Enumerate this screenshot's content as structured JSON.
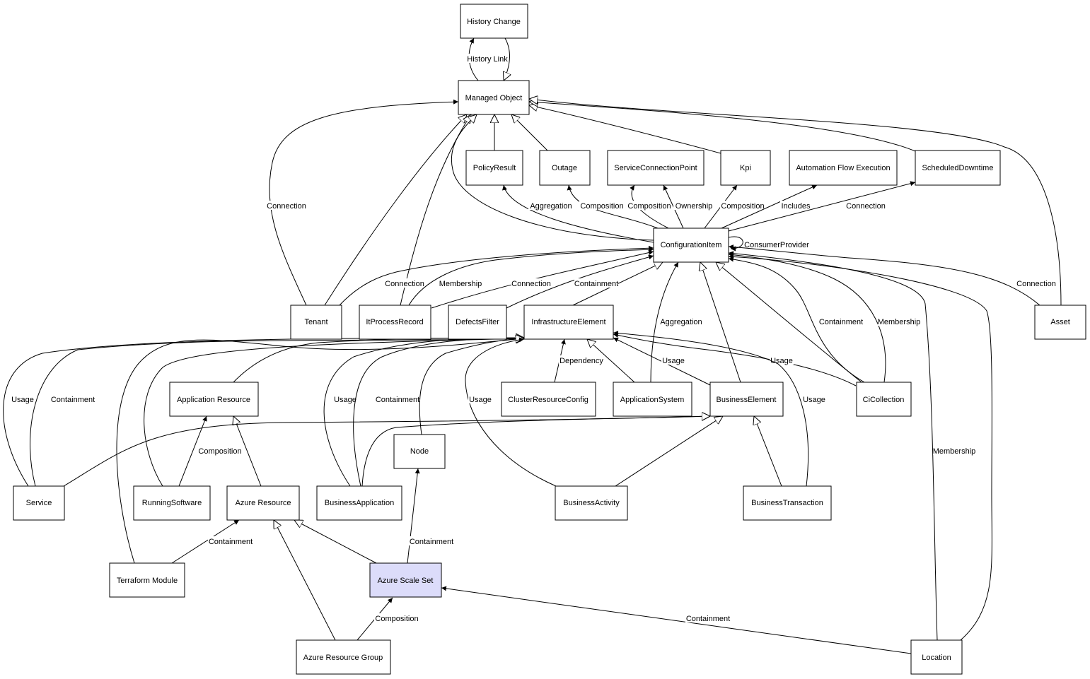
{
  "diagram": {
    "highlight_color": "#dcdcfa",
    "nodes": [
      {
        "id": "history_change",
        "label": "History Change"
      },
      {
        "id": "managed_object",
        "label": "Managed Object"
      },
      {
        "id": "policy_result",
        "label": "PolicyResult"
      },
      {
        "id": "outage",
        "label": "Outage"
      },
      {
        "id": "service_connection_point",
        "label": "ServiceConnectionPoint"
      },
      {
        "id": "kpi",
        "label": "Kpi"
      },
      {
        "id": "automation_flow_execution",
        "label": "Automation Flow Execution"
      },
      {
        "id": "scheduled_downtime",
        "label": "ScheduledDowntime"
      },
      {
        "id": "configuration_item",
        "label": "ConfigurationItem"
      },
      {
        "id": "tenant",
        "label": "Tenant"
      },
      {
        "id": "it_process_record",
        "label": "ItProcessRecord"
      },
      {
        "id": "defects_filter",
        "label": "DefectsFilter"
      },
      {
        "id": "infrastructure_element",
        "label": "InfrastructureElement"
      },
      {
        "id": "asset",
        "label": "Asset"
      },
      {
        "id": "application_resource",
        "label": "Application Resource"
      },
      {
        "id": "cluster_resource_config",
        "label": "ClusterResourceConfig"
      },
      {
        "id": "application_system",
        "label": "ApplicationSystem"
      },
      {
        "id": "business_element",
        "label": "BusinessElement"
      },
      {
        "id": "ci_collection",
        "label": "CiCollection"
      },
      {
        "id": "node",
        "label": "Node"
      },
      {
        "id": "service",
        "label": "Service"
      },
      {
        "id": "running_software",
        "label": "RunningSoftware"
      },
      {
        "id": "azure_resource",
        "label": "Azure Resource"
      },
      {
        "id": "business_application",
        "label": "BusinessApplication"
      },
      {
        "id": "business_activity",
        "label": "BusinessActivity"
      },
      {
        "id": "business_transaction",
        "label": "BusinessTransaction"
      },
      {
        "id": "terraform_module",
        "label": "Terraform Module"
      },
      {
        "id": "azure_scale_set",
        "label": "Azure Scale Set",
        "highlight": true
      },
      {
        "id": "azure_resource_group",
        "label": "Azure Resource Group"
      },
      {
        "id": "location",
        "label": "Location"
      }
    ],
    "edges": [
      {
        "id": "e_history_link",
        "label": "History Link"
      },
      {
        "id": "e_mo_history_inherit",
        "label": ""
      },
      {
        "id": "e_tenant_connection_mo",
        "label": "Connection"
      },
      {
        "id": "e_tenant_inherit_mo",
        "label": ""
      },
      {
        "id": "e_itpr_inherit_mo",
        "label": ""
      },
      {
        "id": "e_ci_inherit_mo",
        "label": ""
      },
      {
        "id": "e_policy_inherit_mo",
        "label": ""
      },
      {
        "id": "e_outage_inherit_mo",
        "label": ""
      },
      {
        "id": "e_kpi_inherit_mo",
        "label": ""
      },
      {
        "id": "e_sched_inherit_mo",
        "label": ""
      },
      {
        "id": "e_asset_inherit_mo",
        "label": ""
      },
      {
        "id": "e_ci_aggregation_policy",
        "label": "Aggregation"
      },
      {
        "id": "e_ci_composition_outage",
        "label": "Composition"
      },
      {
        "id": "e_ci_composition_scp",
        "label": "Composition"
      },
      {
        "id": "e_ci_ownership_scp",
        "label": "Ownership"
      },
      {
        "id": "e_ci_composition_kpi",
        "label": "Composition"
      },
      {
        "id": "e_ci_includes_afe",
        "label": "Includes"
      },
      {
        "id": "e_ci_connection_sched",
        "label": "Connection"
      },
      {
        "id": "e_ci_consumer_provider",
        "label": "ConsumerProvider"
      },
      {
        "id": "e_tenant_connection_ci",
        "label": "Connection"
      },
      {
        "id": "e_itpr_membership_ci",
        "label": "Membership"
      },
      {
        "id": "e_defects_connection_ci",
        "label": "Connection"
      },
      {
        "id": "e_infra_inherit_ci",
        "label": "Containment"
      },
      {
        "id": "e_appsys_aggregation_ci",
        "label": "Aggregation"
      },
      {
        "id": "e_bizel_inherit_ci",
        "label": ""
      },
      {
        "id": "e_cicol_inherit_ci",
        "label": ""
      },
      {
        "id": "e_cicol_containment_ci",
        "label": "Containment"
      },
      {
        "id": "e_cicol_membership_ci",
        "label": "Membership"
      },
      {
        "id": "e_asset_connection_ci",
        "label": "Connection"
      },
      {
        "id": "e_location_membership_ci",
        "label": "Membership"
      },
      {
        "id": "e_location_to_ci",
        "label": ""
      },
      {
        "id": "e_service_usage_infra",
        "label": "Usage"
      },
      {
        "id": "e_service_containment_infra",
        "label": "Containment"
      },
      {
        "id": "e_appres_inherit_infra",
        "label": ""
      },
      {
        "id": "e_running_inherit_infra",
        "label": ""
      },
      {
        "id": "e_terraform_to_infra",
        "label": ""
      },
      {
        "id": "e_bizapp_usage_infra",
        "label": "Usage"
      },
      {
        "id": "e_bizapp_containment_infra",
        "label": "Containment"
      },
      {
        "id": "e_node_inherit_infra",
        "label": ""
      },
      {
        "id": "e_bizact_usage_infra",
        "label": "Usage"
      },
      {
        "id": "e_cluster_dependency_infra",
        "label": "Dependency"
      },
      {
        "id": "e_appsys_inherit_infra",
        "label": ""
      },
      {
        "id": "e_bizel_usage_infra",
        "label": "Usage"
      },
      {
        "id": "e_cicol_usage_infra",
        "label": "Usage"
      },
      {
        "id": "e_biztrans_usage_infra",
        "label": "Usage"
      },
      {
        "id": "e_running_composition_appres",
        "label": "Composition"
      },
      {
        "id": "e_azres_inherit_appres",
        "label": ""
      },
      {
        "id": "e_service_inherit_bizel",
        "label": ""
      },
      {
        "id": "e_bizapp_inherit_bizel",
        "label": ""
      },
      {
        "id": "e_bizact_inherit_bizel",
        "label": ""
      },
      {
        "id": "e_biztrans_inherit_bizel",
        "label": ""
      },
      {
        "id": "e_terraform_containment_azres",
        "label": "Containment"
      },
      {
        "id": "e_scaleset_inherit_azres",
        "label": ""
      },
      {
        "id": "e_rg_inherit_azres",
        "label": ""
      },
      {
        "id": "e_scaleset_containment_node",
        "label": "Containment"
      },
      {
        "id": "e_rg_composition_scaleset",
        "label": "Composition"
      },
      {
        "id": "e_location_containment_scaleset",
        "label": "Containment"
      }
    ]
  }
}
